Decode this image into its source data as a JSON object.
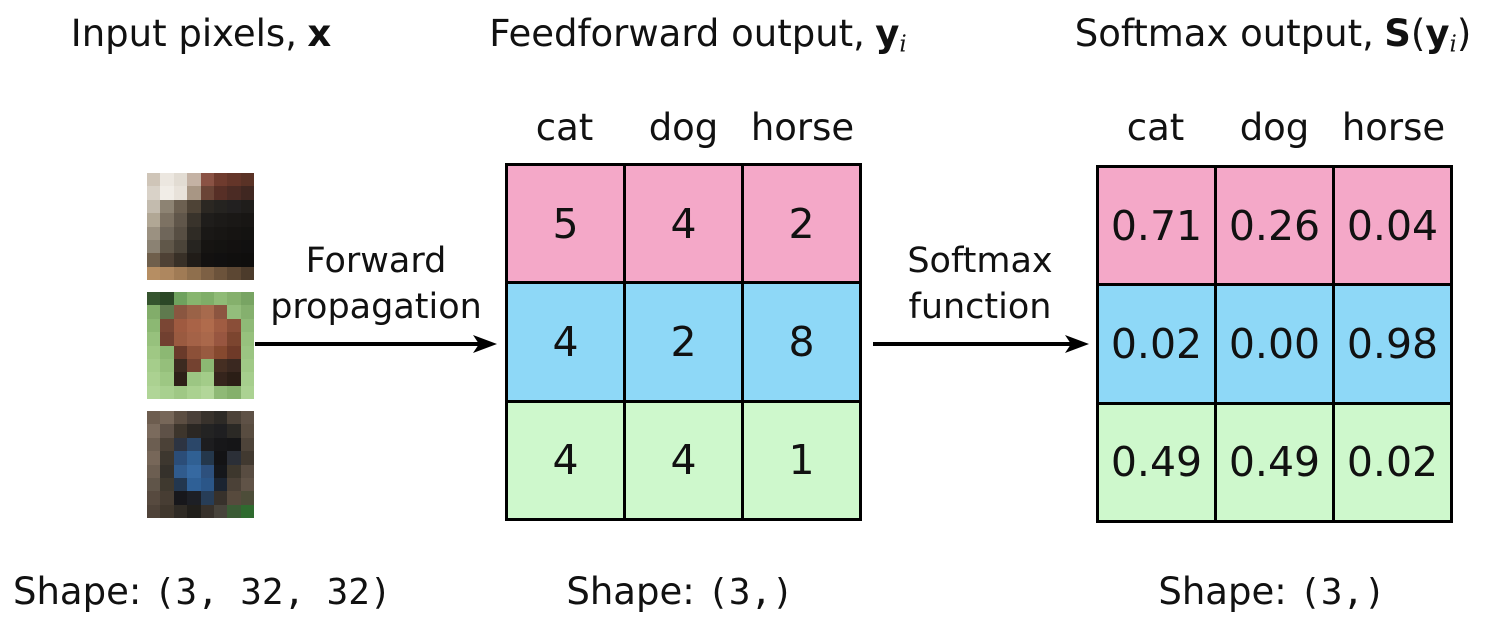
{
  "titles": {
    "input": {
      "prefix": "Input pixels,",
      "vector": "x"
    },
    "feedforward": {
      "prefix": "Feedforward output,",
      "vector": "y",
      "subscript": "i"
    },
    "softmax": {
      "prefix": "Softmax output,",
      "func": "S",
      "paren_open": "(",
      "vector": "y",
      "subscript": "i",
      "paren_close": ")"
    }
  },
  "arrows": {
    "forward": {
      "line1": "Forward",
      "line2": "propagation"
    },
    "softmax": {
      "line1": "Softmax",
      "line2": "function"
    },
    "color": "#000000"
  },
  "tables": {
    "columns": [
      "cat",
      "dog",
      "horse"
    ],
    "row_colors": [
      "#F4A8C8",
      "#8ED8F7",
      "#CEF8CC"
    ],
    "border_color": "#000000",
    "feedforward": {
      "rows": [
        [
          "5",
          "4",
          "2"
        ],
        [
          "4",
          "2",
          "8"
        ],
        [
          "4",
          "4",
          "1"
        ]
      ]
    },
    "softmax": {
      "rows": [
        [
          "0.71",
          "0.26",
          "0.04"
        ],
        [
          "0.02",
          "0.00",
          "0.98"
        ],
        [
          "0.49",
          "0.49",
          "0.02"
        ]
      ]
    }
  },
  "shapes": {
    "input": {
      "label": "Shape:",
      "tuple": "(3, 32, 32)"
    },
    "middle": {
      "label": "Shape:",
      "tuple": "(3,)"
    },
    "right": {
      "label": "Shape:",
      "tuple": "(3,)"
    }
  },
  "images": {
    "cat": {
      "alt": "cat-thumbnail",
      "pixels": [
        [
          "#cfc5b8",
          "#ece7e0",
          "#e2dcd3",
          "#c4b2a4",
          "#8a5244",
          "#6f3b2e",
          "#643529",
          "#5a3226"
        ],
        [
          "#d9d2c8",
          "#f1ede7",
          "#e8e2da",
          "#a89684",
          "#6a4436",
          "#572f26",
          "#4b2b24",
          "#402721"
        ],
        [
          "#c3bbae",
          "#8d8373",
          "#6c6051",
          "#4e4336",
          "#2b2722",
          "#252320",
          "#222020",
          "#1f1d1b"
        ],
        [
          "#b1a795",
          "#7d7263",
          "#60564a",
          "#39332b",
          "#1f1d1b",
          "#1c1a18",
          "#1a1816",
          "#181614"
        ],
        [
          "#9b9181",
          "#6f665a",
          "#574e43",
          "#2f2b25",
          "#1a1816",
          "#181614",
          "#161412",
          "#141311"
        ],
        [
          "#8b8273",
          "#605749",
          "#4b4439",
          "#262420",
          "#161412",
          "#141311",
          "#131110",
          "#111010"
        ],
        [
          "#6f5f4c",
          "#4e4135",
          "#383027",
          "#201c18",
          "#131110",
          "#111010",
          "#100f0e",
          "#0f0e0d"
        ],
        [
          "#b68e63",
          "#ae875f",
          "#a07b55",
          "#8f6f4d",
          "#7d6044",
          "#6c533b",
          "#5c4733",
          "#4c3b2b"
        ]
      ]
    },
    "horse": {
      "alt": "horse-thumbnail",
      "pixels": [
        [
          "#35542e",
          "#2b4726",
          "#6fa25e",
          "#87b56e",
          "#7fae68",
          "#8fbb76",
          "#85b06c",
          "#78a463"
        ],
        [
          "#82ad6a",
          "#5f7a4e",
          "#8a5640",
          "#9a6247",
          "#a76a4d",
          "#8c5540",
          "#93bd7b",
          "#85b06e"
        ],
        [
          "#8cb873",
          "#7a4634",
          "#9f5a40",
          "#a96347",
          "#b06b4c",
          "#a05c42",
          "#8a4e38",
          "#8fba77"
        ],
        [
          "#97c17d",
          "#714030",
          "#9a5a40",
          "#a46247",
          "#aa684b",
          "#985640",
          "#7c452f",
          "#97c17d"
        ],
        [
          "#9fc884",
          "#8cb873",
          "#6a3a2a",
          "#8c5038",
          "#985a40",
          "#86492f",
          "#6f3a28",
          "#9bc582"
        ],
        [
          "#a5cd8b",
          "#95bf7b",
          "#3c2a20",
          "#744230",
          "#8cb873",
          "#452e22",
          "#3a2820",
          "#a0c986"
        ],
        [
          "#abd191",
          "#9dc783",
          "#2e2018",
          "#9cc683",
          "#a3cc89",
          "#35241c",
          "#2b1e16",
          "#a6ce8d"
        ],
        [
          "#b0d597",
          "#a8d08f",
          "#9fc885",
          "#aad190",
          "#b2d699",
          "#8fb976",
          "#85b06c",
          "#abd292"
        ]
      ]
    },
    "dog": {
      "alt": "dog-thumbnail",
      "pixels": [
        [
          "#6d5d4f",
          "#776759",
          "#5c4e42",
          "#4a4039",
          "#38322c",
          "#2d2a26",
          "#4c4238",
          "#5e5146"
        ],
        [
          "#7b6b5d",
          "#5e5147",
          "#3d352c",
          "#2b2723",
          "#232323",
          "#1f1f21",
          "#2b2925",
          "#584c40"
        ],
        [
          "#6c5e51",
          "#4b4137",
          "#2d3442",
          "#2b4769",
          "#1d1d1f",
          "#171719",
          "#151517",
          "#4d4339"
        ],
        [
          "#776759",
          "#3d372f",
          "#2b4d78",
          "#306093",
          "#24374b",
          "#131315",
          "#2b2f37",
          "#413930"
        ],
        [
          "#6c5e51",
          "#35312b",
          "#305b8d",
          "#3669a1",
          "#2d507d",
          "#15171b",
          "#3d372d",
          "#584c41"
        ],
        [
          "#605549",
          "#3f392f",
          "#23374f",
          "#2f6096",
          "#2b5688",
          "#1b2431",
          "#4b4137",
          "#605347"
        ],
        [
          "#574a3f",
          "#473d33",
          "#17171b",
          "#1d1f25",
          "#273d57",
          "#37312b",
          "#574a3d",
          "#4d4d39"
        ],
        [
          "#4f4339",
          "#40372d",
          "#2f2b25",
          "#211f1b",
          "#37312b",
          "#47433b",
          "#3b5b35",
          "#2f6b2f"
        ]
      ]
    }
  }
}
